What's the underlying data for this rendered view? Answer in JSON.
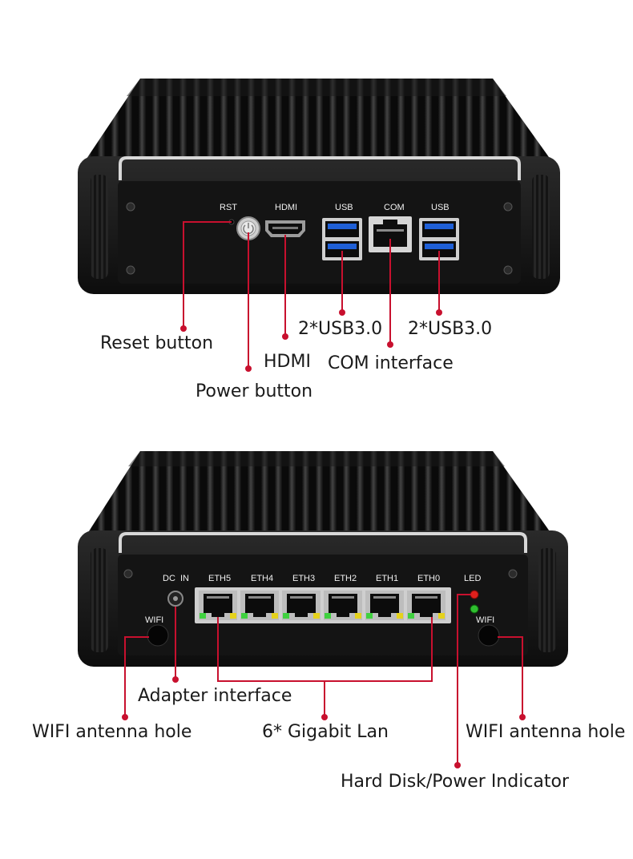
{
  "top_device": {
    "panel_labels": {
      "rst": "RST",
      "hdmi": "HDMI",
      "usb_left": "USB",
      "com": "COM",
      "usb_right": "USB"
    },
    "callouts": {
      "reset": "Reset button",
      "hdmi": "HDMI",
      "power": "Power button",
      "usb_left": "2*USB3.0",
      "com": "COM interface",
      "usb_right": "2*USB3.0"
    }
  },
  "bottom_device": {
    "panel_labels": {
      "dc_in": "DC  IN",
      "eth5": "ETH5",
      "eth4": "ETH4",
      "eth3": "ETH3",
      "eth2": "ETH2",
      "eth1": "ETH1",
      "eth0": "ETH0",
      "led": "LED",
      "wifi_left": "WIFI",
      "wifi_right": "WIFI"
    },
    "callouts": {
      "adapter": "Adapter interface",
      "wifi_left": "WIFI antenna hole",
      "lan": "6* Gigabit Lan",
      "wifi_right": "WIFI antenna hole",
      "indicator": "Hard Disk/Power Indicator"
    }
  },
  "colors": {
    "callout_line": "#c8102e",
    "usb_blue": "#1f5fd6",
    "led_red": "#e0201c",
    "led_green": "#2fbf2f",
    "port_led_green": "#3fd13f",
    "port_led_yellow": "#e5d21c"
  }
}
